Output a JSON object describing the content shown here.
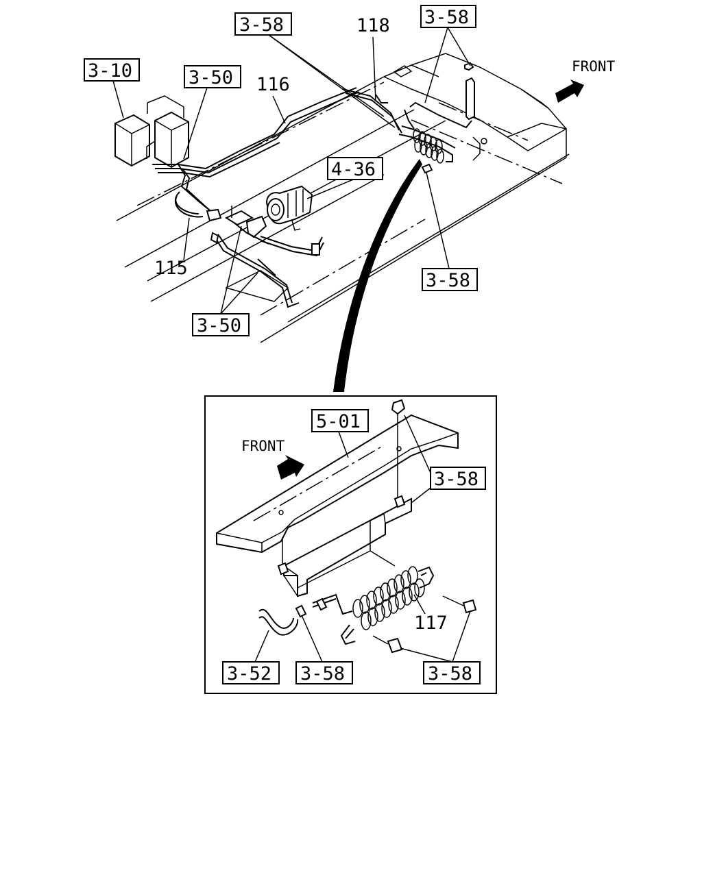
{
  "top_view": {
    "front_label": "FRONT",
    "ref_labels": [
      "3-10",
      "3-50",
      "3-58",
      "3-58",
      "4-36",
      "3-58",
      "3-50"
    ],
    "part_numbers": [
      "116",
      "118",
      "115"
    ]
  },
  "detail_view": {
    "front_label": "FRONT",
    "ref_labels": [
      "5-01",
      "3-58",
      "3-52",
      "3-58",
      "3-58"
    ],
    "part_numbers": [
      "117"
    ]
  },
  "colors": {
    "line": "#000000",
    "background": "#ffffff"
  }
}
